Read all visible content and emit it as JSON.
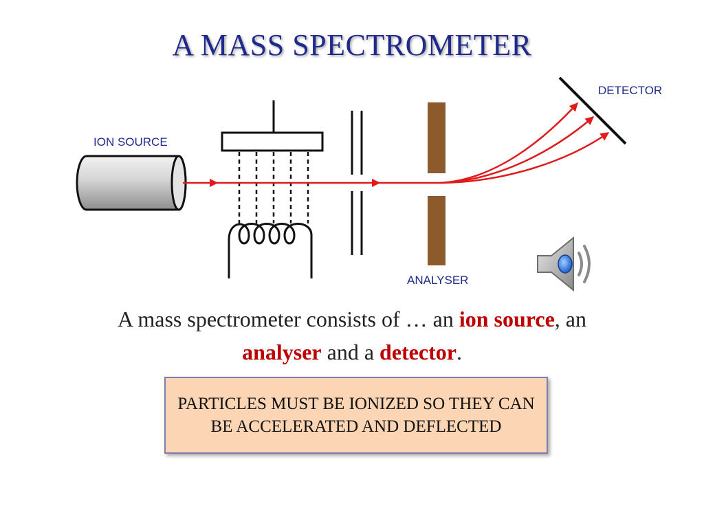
{
  "slide": {
    "title": "A MASS SPECTROMETER",
    "labels": {
      "ion_source": "ION SOURCE",
      "detector": "DETECTOR",
      "analyser": "ANALYSER"
    },
    "caption": {
      "part1": "A mass spectrometer consists of … an ",
      "ion_source": "ion source",
      "part2": ", an ",
      "analyser": "analyser",
      "part3": " and a ",
      "detector": "detector",
      "part4": "."
    },
    "note": "PARTICLES MUST BE IONIZED SO THEY CAN BE ACCELERATED AND DEFLECTED"
  },
  "icons": {
    "speaker": "speaker-icon"
  },
  "colors": {
    "title": "#1f2a8c",
    "beam": "#e01b1b",
    "highlight": "#c00000",
    "analyser_plate": "#8c5a2b",
    "note_fill": "#fcd5b4"
  }
}
